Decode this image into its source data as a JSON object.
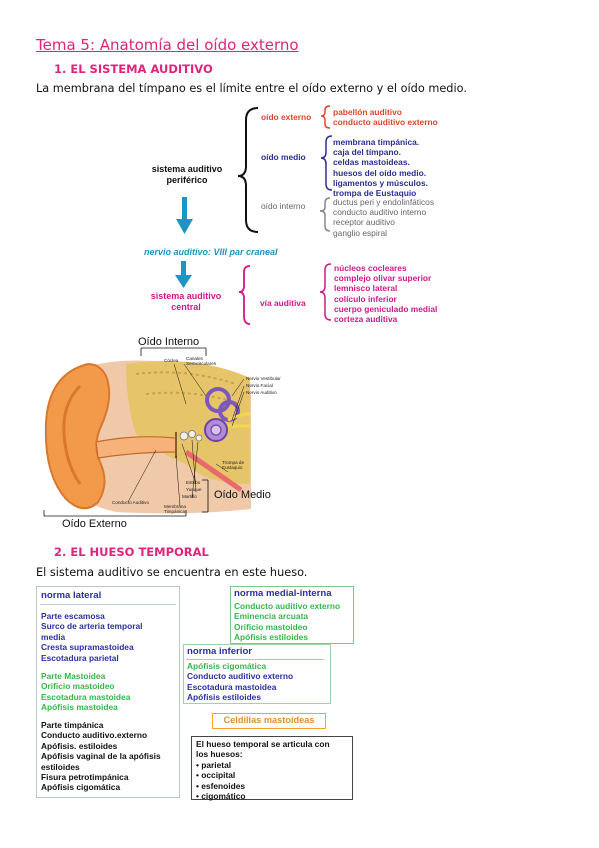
{
  "title": "Tema 5: Anatomía del oído externo",
  "section1": {
    "heading": "1.  EL SISTEMA AUDITIVO",
    "text": "La membrana del tímpano es el límite entre el oído externo y el oído medio."
  },
  "diagram": {
    "peripheral": "sistema auditivo periférico",
    "peripheral_l1": "sistema auditivo",
    "peripheral_l2": "periférico",
    "outer_label": "oído externo",
    "outer_items": [
      "pabellón auditivo",
      "conducto auditivo externo"
    ],
    "middle_label": "oído medio",
    "middle_items": [
      "membrana timpánica.",
      "caja del tímpano.",
      "celdas mastoideas.",
      "huesos del oído medio.",
      "ligamentos y músculos.",
      "trompa de Eustaquio"
    ],
    "inner_label": "oído interno",
    "inner_items": [
      "ductus peri y endolinfáticos",
      "conducto auditivo interno",
      "receptor auditivo",
      "ganglio espiral"
    ],
    "nerve": "nervio auditivo: VIII par craneal",
    "central_l1": "sistema auditivo",
    "central_l2": "central",
    "pathway_label": "vía auditiva",
    "pathway_items": [
      "núcleos cocleares",
      "complejo olivar superior",
      "lemnisco lateral",
      "colículo inferior",
      "cuerpo geniculado medial",
      "corteza auditiva"
    ],
    "colors": {
      "red": "#e0452a",
      "navy": "#2a2f8f",
      "grey": "#666666",
      "pink": "#d4168c",
      "cyan": "#1b95c4"
    }
  },
  "ear_image": {
    "inner_ear": "Oído Interno",
    "middle_ear": "Oído Medio",
    "outer_ear": "Oído Externo",
    "small_labels": [
      "Cóclea",
      "Canales Semicirculares",
      "Nervio Vestibular",
      "Nervio Facial",
      "Nervio Auditivo",
      "Trompa de Eustaquio",
      "Estribo",
      "Yunque",
      "Martillo",
      "Membrana Timpánica",
      "Conducto Auditivo"
    ]
  },
  "section2": {
    "heading": "2.  EL HUESO TEMPORAL",
    "text": "El sistema auditivo se encuentra en este hueso."
  },
  "temporal": {
    "lateral": {
      "header": "norma lateral",
      "squamous": [
        "Parte escamosa",
        "Surco de arteria temporal",
        "media",
        "Cresta supramastoidea",
        "Escotadura parietal"
      ],
      "mastoid": [
        "Parte Mastoidea",
        "Orificio mastoideo",
        "Escotadura mastoidea",
        "Apófisis mastoidea"
      ],
      "tympanic": [
        "Parte timpánica",
        "Conducto auditivo.externo",
        "Apófisis. estiloides",
        "Apófisis vaginal de la apófisis",
        "estiloides",
        "Fisura petrotimpánica",
        "Apófisis cigomática"
      ]
    },
    "medial": {
      "header": "norma medial-interna",
      "items": [
        "Conducto auditivo  externo",
        "Eminencia arcuata",
        "Orificio  mastoideo",
        "Apófisis estiloides"
      ]
    },
    "inferior": {
      "header": "norma inferior",
      "items": [
        "Apófisis cigomática",
        "Conducto  auditivo  externo",
        "Escotadura mastoidea",
        "Apófisis estiloides"
      ]
    },
    "cells": "Celdillas mastoideas",
    "articulates": {
      "intro_l1": "El hueso temporal se articula con",
      "intro_l2": "los huesos:",
      "items": [
        "• parietal",
        "• occipital",
        "• esfenoides",
        "• cigomático"
      ]
    },
    "colors": {
      "blue": "#2b2fa6",
      "green": "#35b84a",
      "black": "#111111",
      "orange_border": "#f5a623"
    }
  }
}
